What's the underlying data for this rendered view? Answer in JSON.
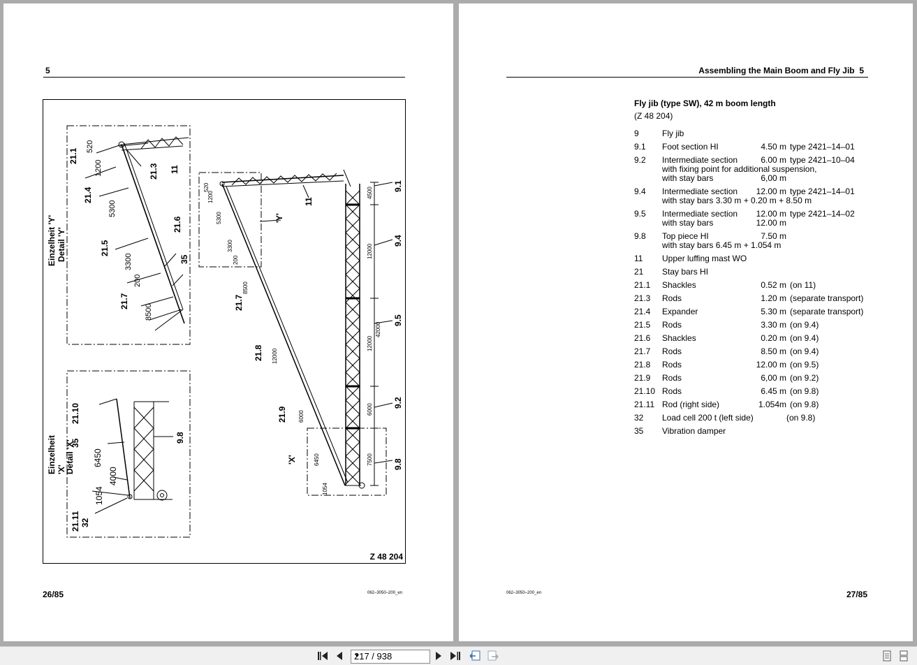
{
  "left_page": {
    "chapter": "5",
    "page_num": "26/85",
    "doc_ref": "062–3050–200_en",
    "drawing_code": "Z 48 204",
    "labels": {
      "d1": "21.1",
      "d2": "21.3",
      "d3": "11",
      "d4": "21.4",
      "d5": "21.5",
      "d6": "21.6",
      "d7": "35",
      "d8": "21.7",
      "dim520": "520",
      "dim1200": "1200",
      "dim5300": "5300",
      "dim3300": "3300",
      "dim200": "200",
      "dim8500": "8500",
      "det_y_1": "Einzelheit 'Y'",
      "det_y_2": "Detail 'Y'",
      "x1": "21.10",
      "x2": "35",
      "x3": "9.8",
      "x4": "21.11",
      "x5": "32",
      "xd6450": "6450",
      "xd4000": "4000",
      "xd1054": "1054",
      "det_x_1": "Einzelheit",
      "det_x_2": "'X'",
      "det_x_3": "Detail 'X'",
      "m11": "11",
      "m91": "9.1",
      "m94": "9.4",
      "m95": "9.5",
      "m92": "9.2",
      "m98": "9.8",
      "m217": "21.7",
      "m218": "21.8",
      "m219": "21.9",
      "my": "'Y'",
      "mx": "'X'",
      "md4500": "4500",
      "md12000a": "12000",
      "md12000b": "12000",
      "md42000": "42000",
      "md6000": "6000",
      "md7500": "7500",
      "ms520": "520",
      "ms1200": "1200",
      "ms5300": "5300",
      "ms3300": "3300",
      "ms200": "200",
      "ms8500": "8500",
      "ms12000": "12000",
      "ms6000": "6000",
      "ms6450": "6450",
      "ms1054": "1054"
    }
  },
  "right_page": {
    "header_title": "Assembling the Main Boom and Fly Jib",
    "chapter": "5",
    "page_num": "27/85",
    "doc_ref": "062–3050–200_en",
    "title": "Fly jib (type SW), 42 m boom length",
    "subtitle": "(Z 48 204)",
    "items": [
      {
        "no": "9",
        "lab": "Fly jib",
        "val": "",
        "ty": ""
      },
      {
        "no": "9.1",
        "lab": "Foot section HI",
        "val": "4.50 m",
        "ty": "type 2421–14–01"
      },
      {
        "no": "9.2",
        "lab": "Intermediate section",
        "val": "6.00 m",
        "ty": "type 2421–10–04",
        "sub1": "with fixing point for additional suspension,",
        "sub2_lab": "with stay bars",
        "sub2_val": "6,00 m"
      },
      {
        "no": "9.4",
        "lab": "Intermediate section",
        "val": "12.00 m",
        "ty": "type 2421–14–01",
        "sub1": "with stay bars 3.30 m + 0.20 m + 8.50 m"
      },
      {
        "no": "9.5",
        "lab": "Intermediate section",
        "val": "12.00 m",
        "ty": "type 2421–14–02",
        "sub2_lab": "with stay bars",
        "sub2_val": "12.00 m"
      },
      {
        "no": "9.8",
        "lab": "Top piece HI",
        "val": "7.50 m",
        "ty": "",
        "sub1": "with stay bars 6.45 m + 1.054 m"
      },
      {
        "no": "11",
        "lab": "Upper luffing mast WO",
        "val": "",
        "ty": ""
      },
      {
        "no": "21",
        "lab": "Stay bars HI",
        "val": "",
        "ty": ""
      },
      {
        "no": "21.1",
        "lab": "Shackles",
        "val": "0.52 m",
        "ty": "(on 11)"
      },
      {
        "no": "21.3",
        "lab": "Rods",
        "val": "1.20 m",
        "ty": "(separate transport)"
      },
      {
        "no": "21.4",
        "lab": "Expander",
        "val": "5.30 m",
        "ty": "(separate transport)"
      },
      {
        "no": "21.5",
        "lab": "Rods",
        "val": "3.30 m",
        "ty": "(on 9.4)"
      },
      {
        "no": "21.6",
        "lab": "Shackles",
        "val": "0.20 m",
        "ty": "(on 9.4)"
      },
      {
        "no": "21.7",
        "lab": "Rods",
        "val": "8.50 m",
        "ty": "(on 9.4)"
      },
      {
        "no": "21.8",
        "lab": "Rods",
        "val": "12.00 m",
        "ty": "(on 9.5)"
      },
      {
        "no": "21.9",
        "lab": "Rods",
        "val": "6,00 m",
        "ty": "(on 9.2)"
      },
      {
        "no": "21.10",
        "lab": "Rods",
        "val": "6.45 m",
        "ty": "(on 9.8)"
      },
      {
        "no": "21.11",
        "lab": "Rod (right side)",
        "val": "1.054m",
        "ty": "(on 9.8)"
      },
      {
        "no": "32",
        "lab": "Load cell 200 t (left side)",
        "val": "",
        "ty": "(on 9.8)"
      },
      {
        "no": "35",
        "lab": "Vibration damper",
        "val": "",
        "ty": ""
      }
    ]
  },
  "toolbar": {
    "page_field": "217 / 938",
    "icons": [
      "first-page-icon",
      "prev-page-icon",
      "next-page-icon",
      "last-page-icon",
      "go-back-view-icon",
      "go-forward-view-icon",
      "single-page-view-icon",
      "continuous-view-icon"
    ]
  }
}
